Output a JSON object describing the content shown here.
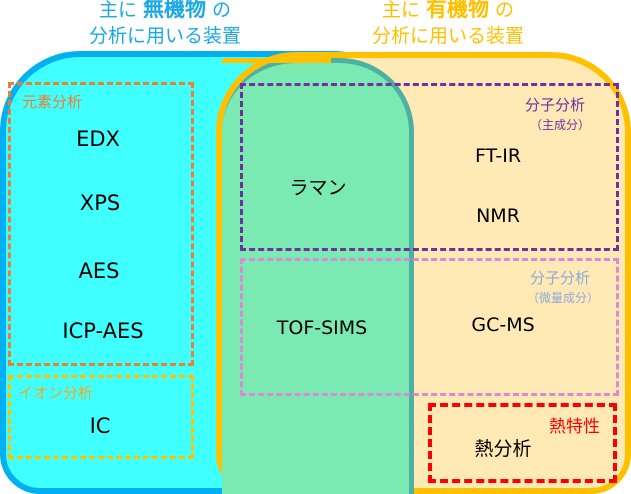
{
  "headers": {
    "inorganic": {
      "prefix": "主に",
      "keyword": "無機物",
      "suffix": "の",
      "line2": "分析に用いる装置"
    },
    "organic": {
      "prefix": "主に",
      "keyword": "有機物",
      "suffix": "の",
      "line2": "分析に用いる装置"
    }
  },
  "groups": {
    "elemental": {
      "label": "元素分析",
      "items": [
        "EDX",
        "XPS",
        "AES",
        "ICP-AES"
      ]
    },
    "ion": {
      "label": "イオン分析",
      "items": [
        "IC"
      ]
    },
    "molecular_main": {
      "label": "分子分析",
      "sublabel": "（主成分）",
      "items": [
        "FT-IR",
        "NMR"
      ]
    },
    "molecular_trace": {
      "label": "分子分析",
      "sublabel": "（微量成分）",
      "items": [
        "GC-MS"
      ]
    },
    "thermal": {
      "label": "熱特性",
      "items": [
        "熱分析"
      ]
    },
    "overlap": {
      "items": [
        "ラマン",
        "TOF-SIMS"
      ]
    }
  },
  "colors": {
    "inorganic": "#00B0F0",
    "organic": "#FFC000",
    "elemental": "#ED7D31",
    "molecular_main": "#7030A0",
    "molecular_trace": "#DA8AD6",
    "thermal": "#FF0000"
  }
}
